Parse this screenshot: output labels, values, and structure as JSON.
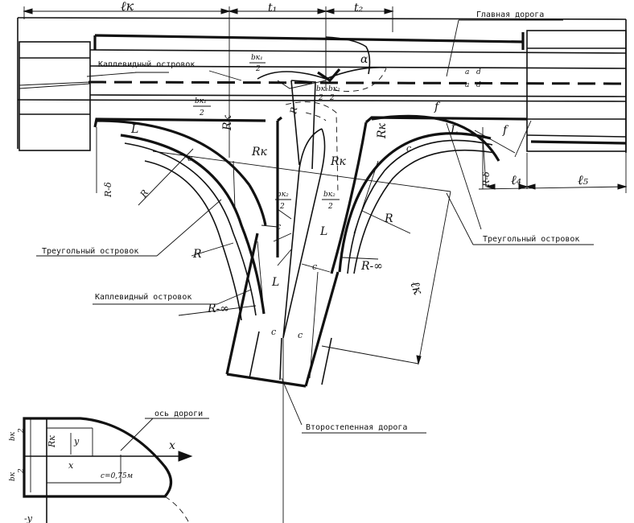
{
  "dimensions": {
    "lk": "ℓк",
    "t1": "t₁",
    "t2": "t₂",
    "l4": "ℓ₄",
    "l5": "ℓ₅",
    "lk_side": "ℓк"
  },
  "roads": {
    "main": "Главная дорога",
    "secondary": "Второстепенная дорога",
    "axis": "ось дороги"
  },
  "islands": {
    "drop_top": "Каплевидный островок",
    "drop_bottom": "Каплевидный островок",
    "triangle_left": "Треугольный островок",
    "triangle_right": "Треугольный островок"
  },
  "symbols": {
    "alpha": "α",
    "f": "f",
    "L": "L",
    "c": "c",
    "R": "R",
    "Rk": "Rк",
    "R_inf": "R-∞",
    "R_delta": "R-δ",
    "bk1_num": "bк₁",
    "bk2_num": "bк₂",
    "den2": "2",
    "a": "a",
    "d": "d",
    "x": "x",
    "y": "y",
    "neg_y": "-y",
    "bk": "bк",
    "c_val": "c=0,75м"
  }
}
